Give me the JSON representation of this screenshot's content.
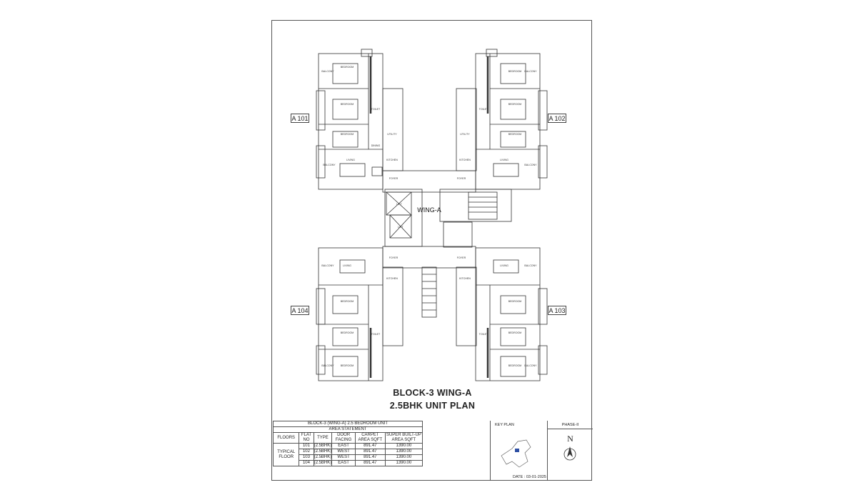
{
  "flats": {
    "a101": "A 101",
    "a102": "A 102",
    "a103": "A 103",
    "a104": "A 104"
  },
  "wing_label": "WING-A",
  "room_labels": {
    "bedroom": "BEDROOM",
    "balcony": "BALCONY",
    "living": "LIVING",
    "kitchen": "KITCHEN",
    "foyer": "FOYER",
    "toilet": "TOILET",
    "utility": "UTILITY",
    "dining": "DINING",
    "lift": "LIFT"
  },
  "title": {
    "line1": "BLOCK-3 WING-A",
    "line2": "2.5BHK UNIT PLAN"
  },
  "statement": {
    "heading": "BLOCK-3 (WING-A) 2.5 BEDROOM UNIT",
    "subheading": "AREA STATEMENT",
    "columns": [
      "FLOORS",
      "FLAT NO",
      "TYPE",
      "DOOR FACING",
      "CARPET AREA SQFT",
      "SUPER BUILT-UP AREA SQFT"
    ],
    "floor_label": "TYPICAL FLOOR",
    "rows": [
      {
        "flat": "101",
        "type": "(2.5BHK)",
        "facing": "EAST",
        "carpet": "891.47",
        "sba": "1390.00"
      },
      {
        "flat": "102",
        "type": "(2.5BHK)",
        "facing": "WEST",
        "carpet": "891.47",
        "sba": "1390.00"
      },
      {
        "flat": "103",
        "type": "(2.5BHK)",
        "facing": "WEST",
        "carpet": "891.47",
        "sba": "1390.00"
      },
      {
        "flat": "104",
        "type": "(2.5BHK)",
        "facing": "EAST",
        "carpet": "891.47",
        "sba": "1390.00"
      }
    ]
  },
  "keyplan": {
    "label": "KEY PLAN",
    "date": "DATE : 03-01-2025"
  },
  "phase": {
    "label": "PHASE-II",
    "north": "N"
  }
}
